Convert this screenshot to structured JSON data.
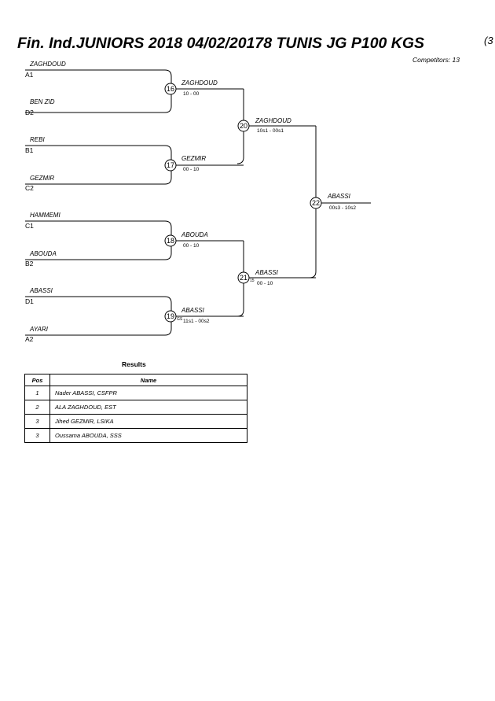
{
  "title": "Fin. Ind.JUNIORS 2018  04/02/20178  TUNIS   JG P100 KGS",
  "title_suffix": "(3",
  "competitors": "Competitors: 13",
  "bracket": {
    "first_round": [
      {
        "seed": "A1",
        "name": "ZAGHDOUD"
      },
      {
        "seed": "D2",
        "name": "BEN ZID"
      },
      {
        "seed": "B1",
        "name": "REBI"
      },
      {
        "seed": "C2",
        "name": "GEZMIR"
      },
      {
        "seed": "C1",
        "name": "HAMMEMI"
      },
      {
        "seed": "B2",
        "name": "ABOUDA"
      },
      {
        "seed": "D1",
        "name": "ABASSI"
      },
      {
        "seed": "A2",
        "name": "AYARI"
      }
    ],
    "matches": [
      {
        "id": "16",
        "winner": "ZAGHDOUD",
        "score": "10 - 00"
      },
      {
        "id": "17",
        "winner": "GEZMIR",
        "score": "00 - 10"
      },
      {
        "id": "18",
        "winner": "ABOUDA",
        "score": "00 - 10"
      },
      {
        "id": "19",
        "winner": "ABASSI",
        "score": "11s1 - 00s2",
        "note": "GS"
      },
      {
        "id": "20",
        "winner": "ZAGHDOUD",
        "score": "10s1 - 00s1"
      },
      {
        "id": "21",
        "winner": "ABASSI",
        "score": "00 - 10",
        "note": "15"
      },
      {
        "id": "22",
        "winner": "ABASSI",
        "score": "00s3 - 10s2"
      }
    ]
  },
  "results": {
    "title": "Results",
    "headers": {
      "pos": "Pos",
      "name": "Name"
    },
    "rows": [
      {
        "pos": "1",
        "name": "Nader ABASSI, CSFPR"
      },
      {
        "pos": "2",
        "name": "ALA ZAGHDOUD, EST"
      },
      {
        "pos": "3",
        "name": "Jihed GEZMIR, LSIKA"
      },
      {
        "pos": "3",
        "name": "Oussama ABOUDA, SSS"
      }
    ]
  }
}
